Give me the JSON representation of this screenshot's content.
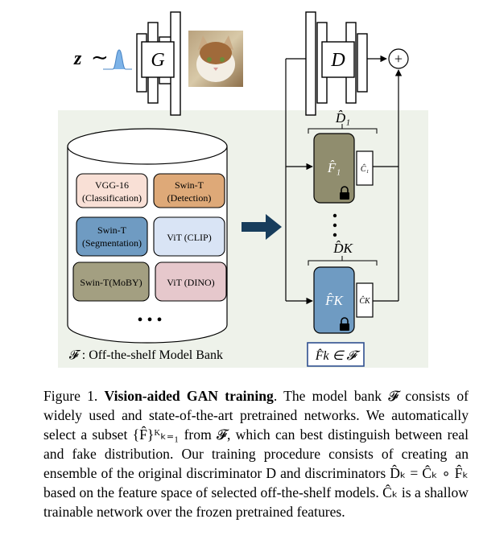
{
  "figure": {
    "noise": {
      "z": "z",
      "tilde": "∼"
    },
    "generator_label": "G",
    "discriminator_label": "D",
    "sum_symbol": "+",
    "bank_models": [
      {
        "line1": "VGG-16",
        "line2": "(Classification)",
        "fill": "#f9e0d6"
      },
      {
        "line1": "Swin-T",
        "line2": "(Detection)",
        "fill": "#dea978"
      },
      {
        "line1": "Swin-T",
        "line2": "(Segmentation)",
        "fill": "#6f9bc2"
      },
      {
        "line1": "ViT (CLIP)",
        "line2": "",
        "fill": "#d9e4f5"
      },
      {
        "line1": "Swin-T(MoBY)",
        "line2": "",
        "fill": "#a39f81"
      },
      {
        "line1": "ViT (DINO)",
        "line2": "",
        "fill": "#e6c8cc"
      }
    ],
    "bank_ellipsis": "• • •",
    "bank_caption": "𝓕 : Off-the-shelf Model Bank",
    "d1_label": "D̂₁",
    "f1_label": "F̂₁",
    "c1_label": "Ĉ₁",
    "vertical_dots": "⋮",
    "dk_label": "D̂K",
    "fk_label": "F̂K",
    "ck_label": "ĈK",
    "fk_in_bank": "F̂k ∈ 𝓕",
    "colors": {
      "panel_bg": "#eef2ea",
      "f1_fill": "#908d6e",
      "fk_fill": "#6f9bc2",
      "arrow_fill": "#173d5c",
      "fk_box_border": "#2f4f8f"
    }
  },
  "caption": {
    "prefix": "Figure 1. ",
    "title": "Vision-aided GAN training",
    "text": ". The model bank 𝓕 con­sists of widely used and state-of-the-art pretrained networks. We automatically select a subset {F̂}ᴷₖ₌₁ from 𝓕, which can best dis­tinguish between real and fake distribution. Our training procedure consists of creating an ensemble of the original discriminator D and discriminators D̂ₖ = Ĉₖ ∘ F̂ₖ based on the feature space of selected off-the-shelf models. Ĉₖ is a shallow trainable network over the frozen pretrained features."
  }
}
